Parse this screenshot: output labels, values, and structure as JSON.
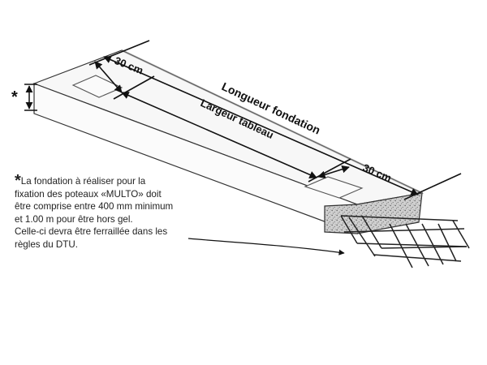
{
  "dimensions": {
    "edge_30cm_top": "30 cm",
    "edge_30cm_bottom": "30 cm",
    "length": "Longueur fondation",
    "width": "Largeur tableau",
    "depth_marker": "*"
  },
  "note": {
    "marker": "*",
    "lines": [
      "La fondation à réaliser pour la",
      "fixation des poteaux «MULTO» doit",
      "être comprise entre 400 mm minimum",
      "et 1.00 m pour être hors gel.",
      "Celle-ci devra être ferraillée dans les",
      "règles du DTU."
    ]
  }
}
